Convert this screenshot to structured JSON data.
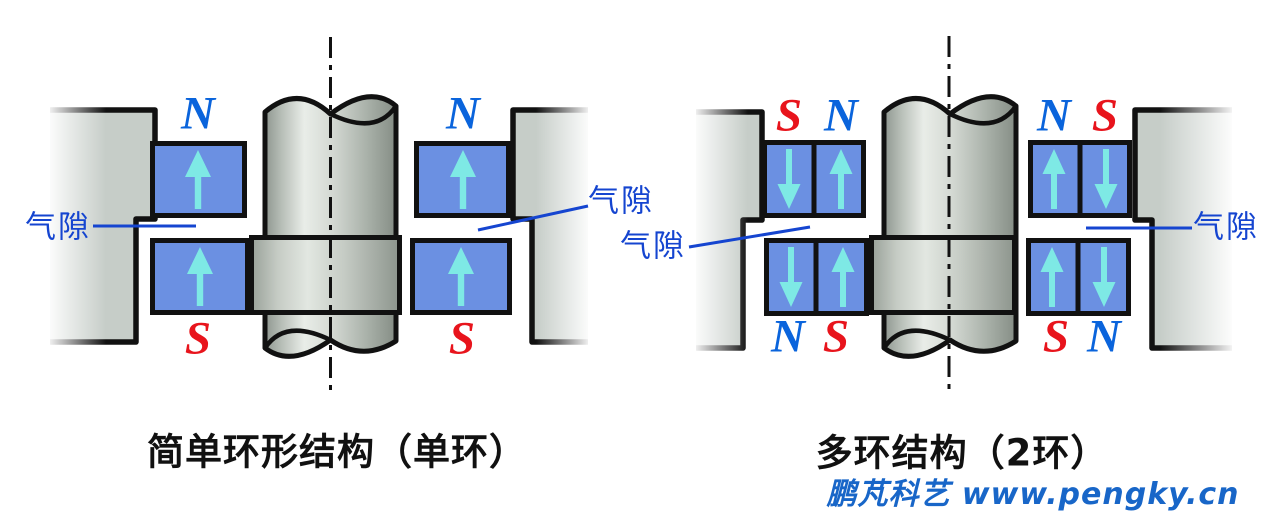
{
  "diagram_left": {
    "caption": "简单环形结构（单环）",
    "rings_per_side": 1,
    "pole_labels": {
      "top_left": "N",
      "top_right": "N",
      "bottom_left": "S",
      "bottom_right": "S"
    },
    "air_gap_labels": {
      "left": "气隙",
      "right": "气隙"
    },
    "magnet_arrows": {
      "upper_left": "up",
      "upper_right": "up",
      "lower_left": "up",
      "lower_right": "up"
    }
  },
  "diagram_right": {
    "caption": "多环结构（2环）",
    "rings_per_side": 2,
    "pole_labels": {
      "top_left_pair": [
        "S",
        "N"
      ],
      "top_right_pair": [
        "N",
        "S"
      ],
      "bottom_left_pair": [
        "N",
        "S"
      ],
      "bottom_right_pair": [
        "S",
        "N"
      ]
    },
    "air_gap_labels": {
      "left": "气隙",
      "right": "气隙"
    },
    "magnet_arrows": {
      "upper_left_pair": [
        "down",
        "up"
      ],
      "upper_right_pair": [
        "up",
        "down"
      ],
      "lower_left_pair": [
        "down",
        "up"
      ],
      "lower_right_pair": [
        "up",
        "down"
      ]
    }
  },
  "watermark": {
    "text": "鹏芃科艺 www.pengky.cn"
  },
  "colors": {
    "magnet_fill": "#6b90e2",
    "magnet_arrow": "#7ee9e5",
    "pole_n": "#0a64dc",
    "pole_s": "#e8141c",
    "air_gap_text": "#1545d0",
    "leader_line": "#1545d0",
    "caption_text": "#111111",
    "watermark_text": "#1866c8",
    "metal_gray": "#c6cdc8",
    "outline": "#111111"
  }
}
